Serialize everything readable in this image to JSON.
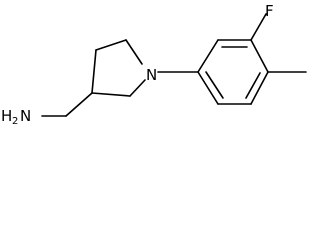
{
  "molecule": {
    "atoms": {
      "fluorine": "F",
      "nitrogen": "N",
      "amine_h": "H",
      "amine_sub": "2",
      "amine_n": "N"
    },
    "colors": {
      "bond": "#000000",
      "label": "#000000",
      "background": "#ffffff"
    }
  }
}
